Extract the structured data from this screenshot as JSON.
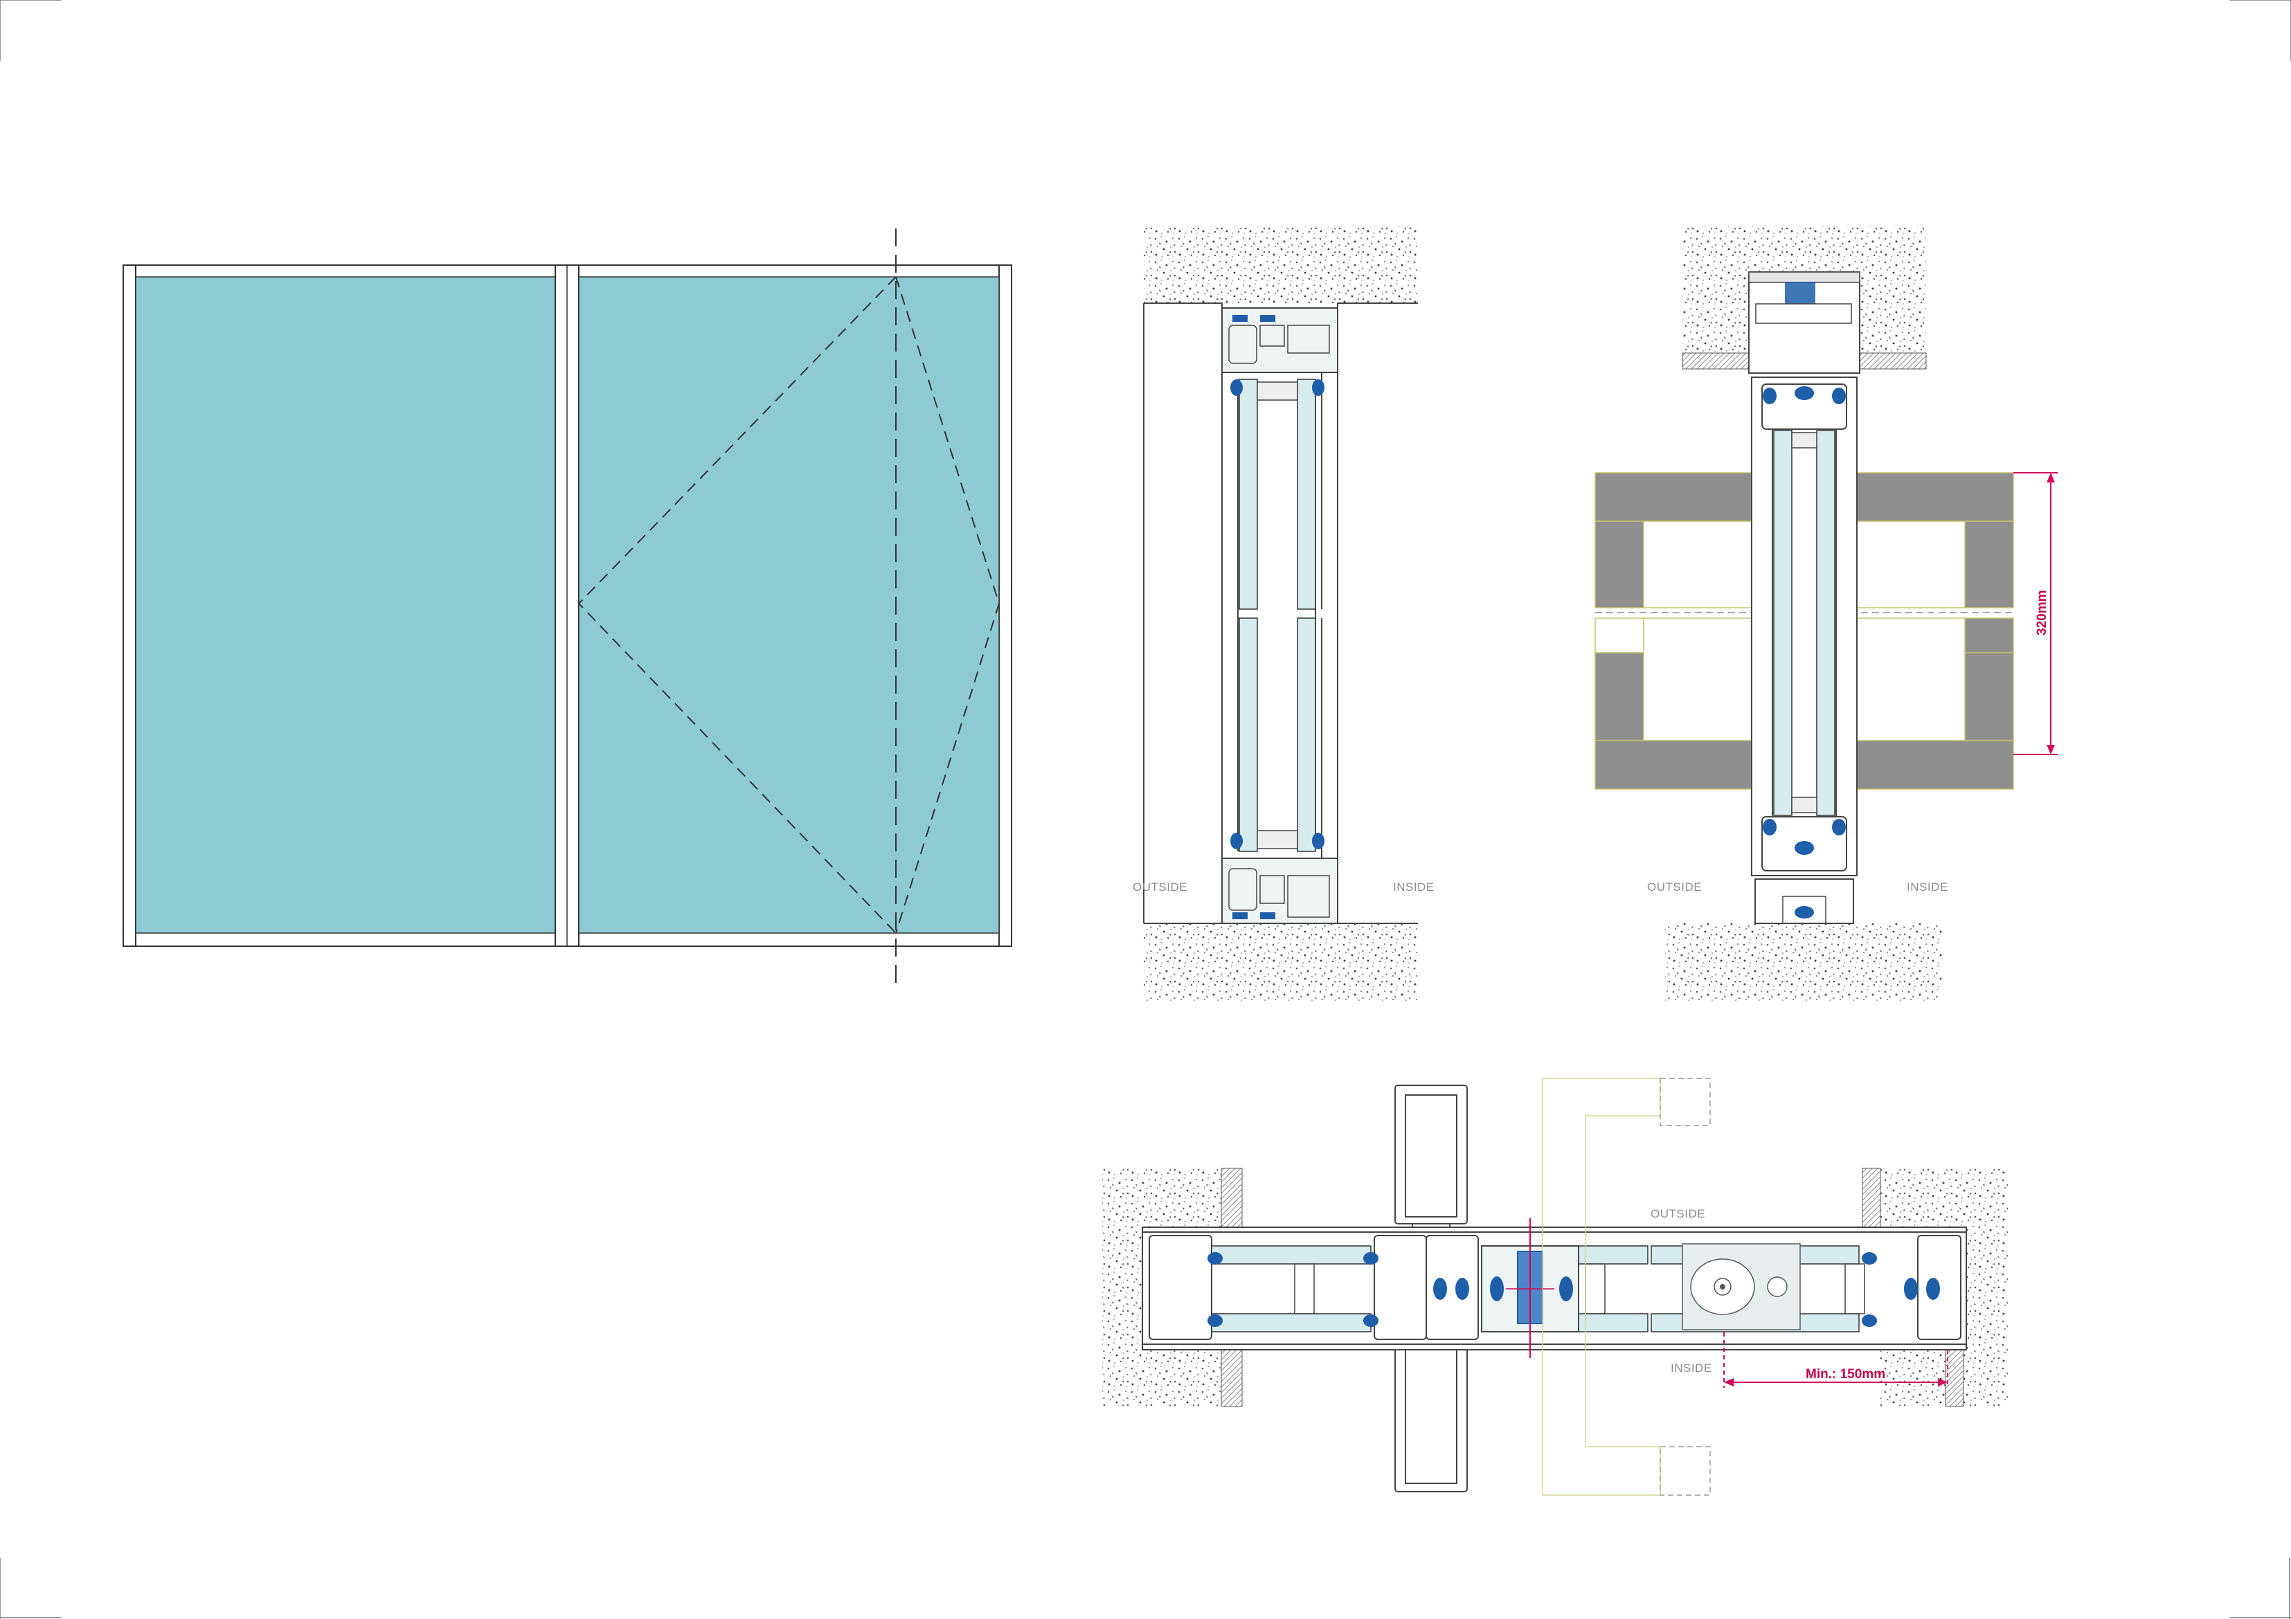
{
  "labels": {
    "outside": "OUTSIDE",
    "inside": "INSIDE",
    "dim_320": "320mm",
    "dim_min_150": "Min.: 150mm"
  },
  "colors": {
    "glass": "#8ecad4",
    "glass_light": "#d6ecef",
    "gasket_blue": "#1f5ea8",
    "masonry_grey": "#8e8e8e",
    "dimension_red": "#d4005a",
    "outline": "#444444",
    "concrete_dot": "#555555",
    "guide_yellow": "#d6d49a"
  },
  "icons": {
    "opening_symbol": "turn-tilt-dashed-triangles",
    "hinge_axis": "dash-dot-axis-line",
    "concrete": "speckle-hatch",
    "brick": "diagonal-hatch"
  }
}
